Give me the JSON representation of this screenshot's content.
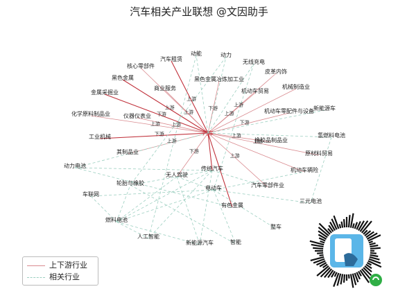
{
  "title": "汽车相关产业联想  @文因助手",
  "center": "汽车",
  "colors": {
    "upstream": "#d98a8f",
    "related": "#9ccfc0",
    "upstream_dark": "#c0303a"
  },
  "legend": {
    "upstream": "上下游行业",
    "related": "相关行业"
  },
  "nodes": [
    "动能",
    "动力",
    "无线充电",
    "汽车租赁",
    "皮革内饰",
    "核心零部件",
    "黑色金属冶炼加工业",
    "黑色金属",
    "机械制造业",
    "商业服务",
    "机动车贸易",
    "金属采掘业",
    "新能源车",
    "机动车零配件与设备",
    "化学原料制品业",
    "仪器仪表业",
    "氢燃料电池",
    "工业机械",
    "橡胶品制品业",
    "原材料贸易",
    "其制品业",
    "动力电池",
    "传统汽车",
    "机动车辆险",
    "无人驾驶",
    "轮胎与橡胶",
    "汽车零部件业",
    "电动车",
    "车联网",
    "三元电池",
    "有色金属",
    "燃料电池",
    "整车",
    "人工智能",
    "智能",
    "新能源汽车"
  ],
  "edge_labels": {
    "up": "上游",
    "down": "下游"
  },
  "qr_icon": "wechat-mini-program-code"
}
